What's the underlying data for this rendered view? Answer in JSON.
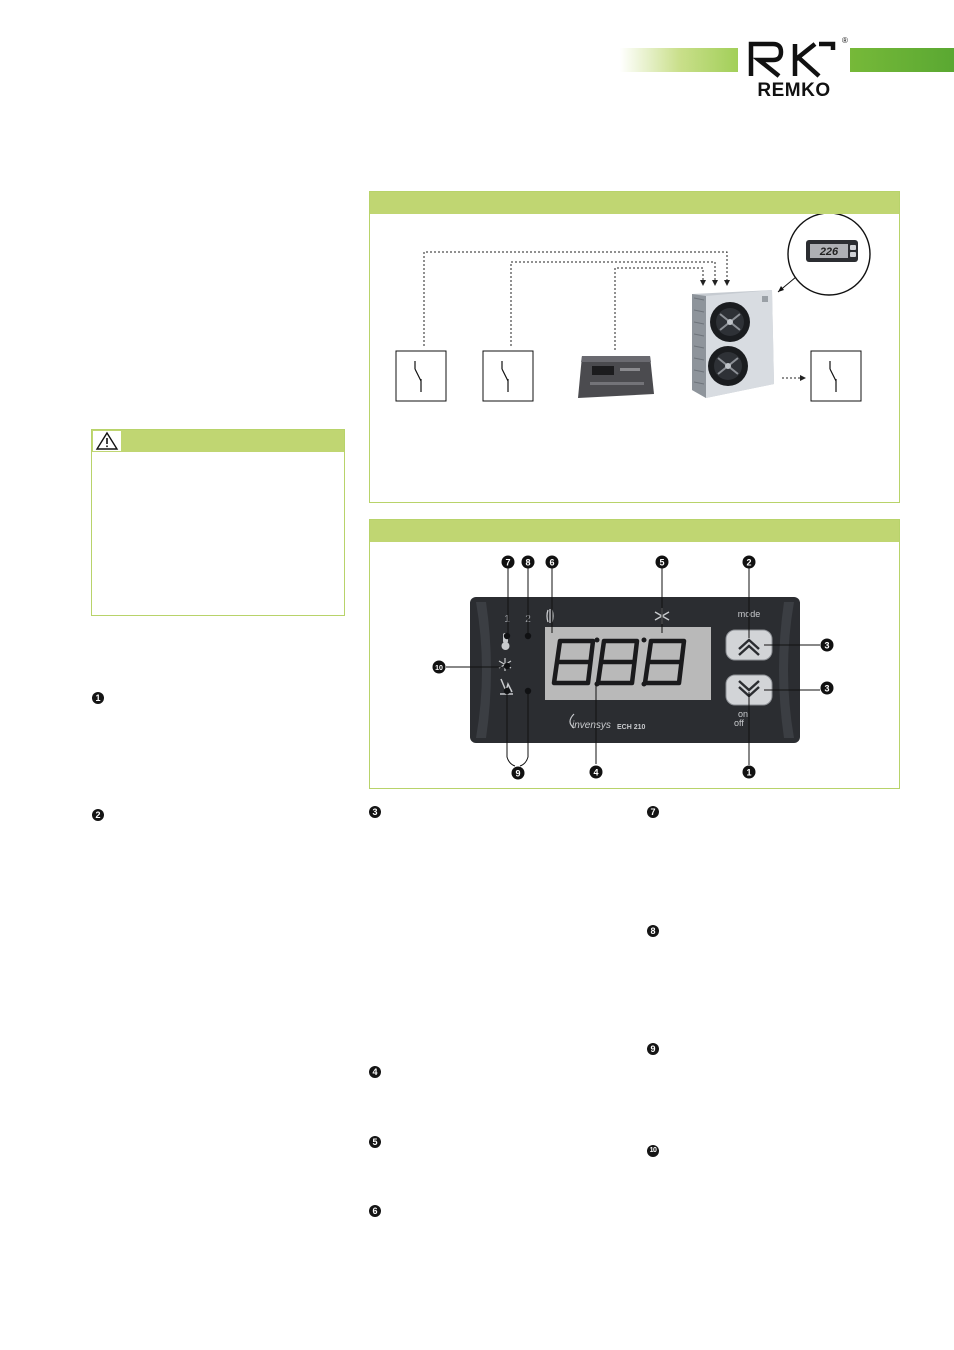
{
  "header": {
    "brand": "REMKO",
    "registered": "®"
  },
  "display": {
    "label_mode": "mode",
    "label_on": "on",
    "label_off": "off",
    "label_1": "1",
    "label_2": "2",
    "brand": "invensys",
    "model": "ECH 210",
    "inset_reading": "226"
  },
  "callouts": {
    "c1": "1",
    "c2": "2",
    "c3": "3",
    "c4": "4",
    "c5": "5",
    "c6": "6",
    "c7": "7",
    "c8": "8",
    "c9": "9",
    "c10": "10"
  },
  "colors": {
    "accent_green": "#c0d672",
    "header_green": "#5aa832",
    "display_body": "#2b2d31",
    "lcd": "#b9b9b9"
  },
  "icons": [
    "warning-icon",
    "switch-icon",
    "remote-control-icon",
    "outdoor-unit-icon",
    "controller-icon",
    "thermometer-icon",
    "snowflake-icon",
    "defrost-icon",
    "heating-icon",
    "up-button-icon",
    "down-button-icon"
  ]
}
